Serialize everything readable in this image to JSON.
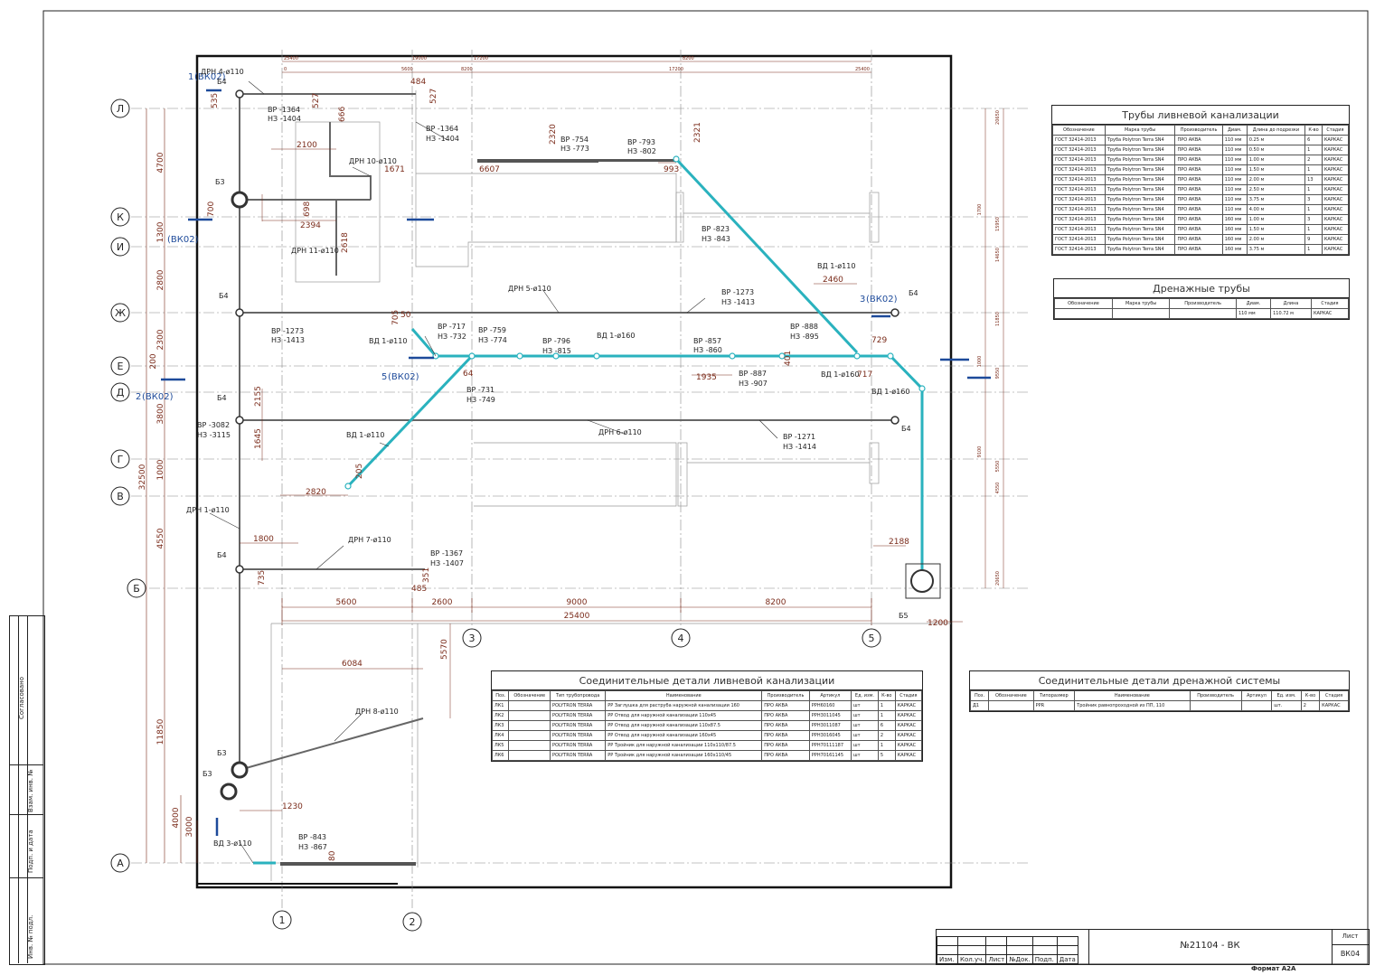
{
  "drawing": {
    "axes_letters": [
      "Л",
      "К",
      "И",
      "Ж",
      "Е",
      "Д",
      "Г",
      "В",
      "Б",
      "А"
    ],
    "axes_numbers": [
      "1",
      "2",
      "3",
      "4",
      "5"
    ],
    "left_dims": [
      "4700",
      "1300",
      "2800",
      "2300",
      "200",
      "3800",
      "1000",
      "4550",
      "11850",
      "4000",
      "3000"
    ],
    "left_total": "32500",
    "top_dims": [
      "25400",
      "19000",
      "17200",
      "8200",
      "0",
      "5600",
      "8200",
      "17200",
      "25400"
    ],
    "right_dims": [
      "20650",
      "1700",
      "15950",
      "14650",
      "11850",
      "9550",
      "9100",
      "1000",
      "5550",
      "4550",
      "20650"
    ],
    "bottom_dims": [
      "5600",
      "2600",
      "9000",
      "8200",
      "25400"
    ],
    "section_refs": [
      {
        "num": "1",
        "ref": "(ВК02)"
      },
      {
        "num": "",
        "ref": "(ВК02)"
      },
      {
        "num": "2",
        "ref": "(ВК02)"
      },
      {
        "num": "3",
        "ref": "(ВК02)"
      },
      {
        "num": "5",
        "ref": "(ВК02)"
      }
    ],
    "labels": {
      "drn4": "ДРН 4-ø110",
      "b4_a": "Б4",
      "vr1364_a": "ВР -1364",
      "nz1404_a": "НЗ -1404",
      "d535": "535",
      "d484": "484",
      "d527a": "527",
      "d527b": "527",
      "d666": "666",
      "vr1364_b": "ВР -1364",
      "nz1404_b": "НЗ -1404",
      "d2100": "2100",
      "drn10": "ДРН 10-ø110",
      "d1671": "1671",
      "b3_a": "Б3",
      "d698": "698",
      "d2394": "2394",
      "d2618": "2618",
      "drn11": "ДРН 11-ø110",
      "d700": "700",
      "d2320": "2320",
      "vr754": "ВР -754",
      "nz773": "НЗ -773",
      "d6607": "6607",
      "vr793": "ВР -793",
      "nz802": "НЗ -802",
      "d2321": "2321",
      "d993": "993",
      "vr823": "ВР -823",
      "nz843": "НЗ -843",
      "vd1_a": "ВД 1-ø110",
      "d2460": "2460",
      "drn5": "ДРН 5-ø110",
      "vr1273_a": "ВР -1273",
      "nz1413_a": "НЗ -1413",
      "b4_b": "Б4",
      "vr1273_b": "ВР -1273",
      "nz1413_b": "НЗ -1413",
      "d705": "705",
      "d50": "50",
      "vr717": "ВР -717",
      "nz732": "НЗ -732",
      "vd1_b": "ВД 1-ø110",
      "vr759": "ВР -759",
      "nz774": "НЗ -774",
      "vr796": "ВР -796",
      "nz815": "НЗ -815",
      "vd1_160": "ВД 1-ø160",
      "vr857": "ВР -857",
      "nz860": "НЗ -860",
      "vr888": "ВР -888",
      "nz895": "НЗ -895",
      "d729": "729",
      "d1935": "1935",
      "vr887": "ВР -887",
      "nz907": "НЗ -907",
      "d401": "401",
      "vd1_160b": "ВД 1-ø160",
      "d717": "717",
      "vd1_160c": "ВД 1-ø160",
      "d64": "64",
      "vr731": "ВР -731",
      "nz749": "НЗ -749",
      "b4_c": "Б4",
      "d2155": "2155",
      "vr3082": "ВР -3082",
      "nz3115": "НЗ -3115",
      "d1645": "1645",
      "drn6": "ДРН 6-ø110",
      "vr1271": "ВР -1271",
      "nz1414": "НЗ -1414",
      "b4_d": "Б4",
      "vd1_c": "ВД 1-ø110",
      "d205": "205",
      "d2820": "2820",
      "drn1": "ДРН 1-ø110",
      "d1800": "1800",
      "drn7": "ДРН 7-ø110",
      "b4_e": "Б4",
      "vr1367": "ВР -1367",
      "nz1407": "НЗ -1407",
      "d735": "735",
      "d485": "485",
      "d351": "351",
      "d2188": "2188",
      "b5": "Б5",
      "d1200": "1200",
      "d6084": "6084",
      "d5570": "5570",
      "drn8": "ДРН 8-ø110",
      "b3_b": "Б3",
      "b3_c": "Б3",
      "d1230": "1230",
      "vd3": "ВД 3-ø110",
      "vr843": "ВР -843",
      "nz867": "НЗ -867",
      "d80": "80",
      "b4_f": "Б4"
    }
  },
  "pipes_table": {
    "title": "Трубы ливневой канализации",
    "headers": [
      "Обозначение",
      "Марка трубы",
      "Производитель",
      "Диам.",
      "Длина до подрезки",
      "К-во",
      "Стадия"
    ],
    "rows": [
      [
        "ГОСТ 32414-2013",
        "Труба Polytron Terra SN4",
        "ПРО АКВА",
        "110 мм",
        "0.25 м",
        "6",
        "КАРКАС"
      ],
      [
        "ГОСТ 32414-2013",
        "Труба Polytron Terra SN4",
        "ПРО АКВА",
        "110 мм",
        "0.50 м",
        "1",
        "КАРКАС"
      ],
      [
        "ГОСТ 32414-2013",
        "Труба Polytron Terra SN4",
        "ПРО АКВА",
        "110 мм",
        "1.00 м",
        "2",
        "КАРКАС"
      ],
      [
        "ГОСТ 32414-2013",
        "Труба Polytron Terra SN4",
        "ПРО АКВА",
        "110 мм",
        "1.50 м",
        "1",
        "КАРКАС"
      ],
      [
        "ГОСТ 32414-2013",
        "Труба Polytron Terra SN4",
        "ПРО АКВА",
        "110 мм",
        "2.00 м",
        "13",
        "КАРКАС"
      ],
      [
        "ГОСТ 32414-2013",
        "Труба Polytron Terra SN4",
        "ПРО АКВА",
        "110 мм",
        "2.50 м",
        "1",
        "КАРКАС"
      ],
      [
        "ГОСТ 32414-2013",
        "Труба Polytron Terra SN4",
        "ПРО АКВА",
        "110 мм",
        "3.75 м",
        "3",
        "КАРКАС"
      ],
      [
        "ГОСТ 32414-2013",
        "Труба Polytron Terra SN4",
        "ПРО АКВА",
        "110 мм",
        "4.00 м",
        "1",
        "КАРКАС"
      ],
      [
        "ГОСТ 32414-2013",
        "Труба Polytron Terra SN4",
        "ПРО АКВА",
        "160 мм",
        "1.00 м",
        "3",
        "КАРКАС"
      ],
      [
        "ГОСТ 32414-2013",
        "Труба Polytron Terra SN4",
        "ПРО АКВА",
        "160 мм",
        "1.50 м",
        "1",
        "КАРКАС"
      ],
      [
        "ГОСТ 32414-2013",
        "Труба Polytron Terra SN4",
        "ПРО АКВА",
        "160 мм",
        "2.00 м",
        "9",
        "КАРКАС"
      ],
      [
        "ГОСТ 32414-2013",
        "Труба Polytron Terra SN4",
        "ПРО АКВА",
        "160 мм",
        "3.75 м",
        "1",
        "КАРКАС"
      ]
    ]
  },
  "drain_table": {
    "title": "Дренажные трубы",
    "headers": [
      "Обозначение",
      "Марка трубы",
      "Производитель",
      "Диам.",
      "Длина",
      "Стадия"
    ],
    "rows": [
      [
        "",
        "",
        "",
        "110 мм",
        "110.72 м",
        "КАРКАС"
      ]
    ]
  },
  "fittings_table": {
    "title": "Соединительные детали ливневой канализации",
    "headers": [
      "Поз.",
      "Обозначение",
      "Тип трубопровода",
      "Наименование",
      "Производитель",
      "Артикул",
      "Ед. изм.",
      "К-во",
      "Стадия"
    ],
    "rows": [
      [
        "ЛК1",
        "",
        "POLYTRON TERRA",
        "PP Заглушка для раструба наружной канализации 160",
        "ПРО АКВА",
        "PPH60160",
        "шт",
        "1",
        "КАРКАС"
      ],
      [
        "ЛК2",
        "",
        "POLYTRON TERRA",
        "PP Отвод для наружной канализации 110x45",
        "ПРО АКВА",
        "PPH3011045",
        "шт",
        "1",
        "КАРКАС"
      ],
      [
        "ЛК3",
        "",
        "POLYTRON TERRA",
        "PP Отвод для наружной канализации 110x87.5",
        "ПРО АКВА",
        "PPH3011087",
        "шт",
        "6",
        "КАРКАС"
      ],
      [
        "ЛК4",
        "",
        "POLYTRON TERRA",
        "PP Отвод для наружной канализации 160x45",
        "ПРО АКВА",
        "PPH3016045",
        "шт",
        "2",
        "КАРКАС"
      ],
      [
        "ЛК5",
        "",
        "POLYTRON TERRA",
        "PP Тройник для наружной канализации 110x110/87.5",
        "ПРО АКВА",
        "PPH70111187",
        "шт",
        "1",
        "КАРКАС"
      ],
      [
        "ЛК6",
        "",
        "POLYTRON TERRA",
        "PP Тройник для наружной канализации 160x110/45",
        "ПРО АКВА",
        "PPH70161145",
        "шт",
        "5",
        "КАРКАС"
      ]
    ]
  },
  "drain_fittings_table": {
    "title": "Соединительные детали дренажной системы",
    "headers": [
      "Поз.",
      "Обозначение",
      "Типоразмер",
      "Наименование",
      "Производитель",
      "Артикул",
      "Ед. изм.",
      "К-во",
      "Стадия"
    ],
    "rows": [
      [
        "Д1",
        "",
        "PPR",
        "Тройник равнопроходной из ПП, 110",
        "",
        "",
        "шт.",
        "2",
        "КАРКАС"
      ]
    ]
  },
  "title_block": {
    "doc_number": "№21104 - ВК",
    "sheet_label": "Лист",
    "sheet_value": "ВК04",
    "format": "Формат А2А",
    "columns": [
      "Изм.",
      "Кол.уч.",
      "Лист",
      "№Док.",
      "Подп.",
      "Дата"
    ]
  },
  "side_stamp": {
    "agreed": "Согласовано",
    "inv_replace": "Взам. инв. №",
    "sign_date": "Подп. и дата",
    "inv_orig": "Инв. № подл."
  }
}
